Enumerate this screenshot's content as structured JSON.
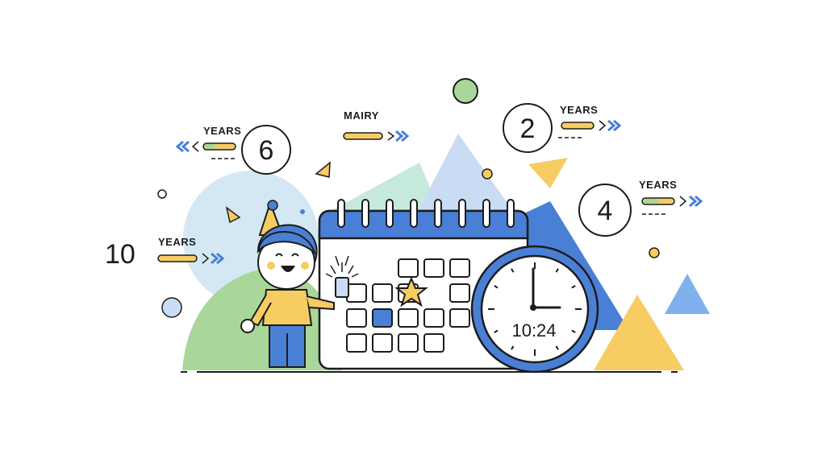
{
  "milestones": {
    "six": {
      "number": "6",
      "unit": "YEARS"
    },
    "ten": {
      "number": "10",
      "unit": "YEARS"
    },
    "two": {
      "number": "2",
      "unit": "YEARS"
    },
    "four": {
      "number": "4",
      "unit": "YEARS"
    },
    "name_tag": {
      "label": "MAIRY"
    }
  },
  "clock": {
    "time": "10:24"
  },
  "colors": {
    "outline": "#1c1c1c",
    "blue": "#4a7fd6",
    "light_blue": "#c9dcf4",
    "yellow": "#f6cc63",
    "green": "#a6d89a",
    "mint": "#bfe6d5",
    "sky": "#cfe6f2"
  }
}
